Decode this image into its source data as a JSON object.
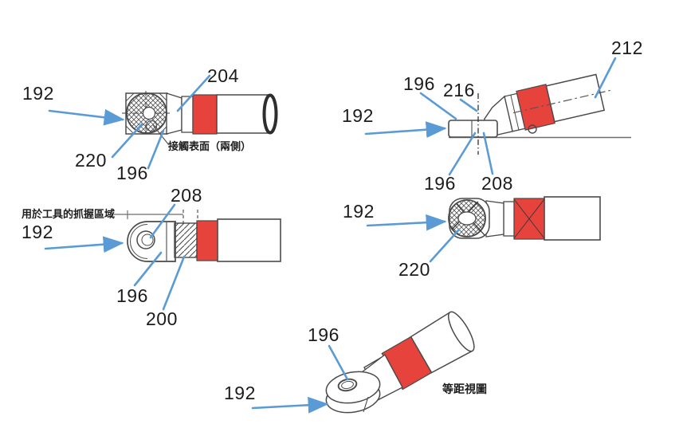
{
  "figure": {
    "background": "#ffffff",
    "accent_red": "#e6433c",
    "leader_blue": "#5b9bd5",
    "outline_gray": "#4a4a4a",
    "thin_gray": "#6b6b6b",
    "text_color": "#1c1c1c"
  },
  "views": {
    "rear_axial": {
      "labels": {
        "ref_192": "192",
        "ref_204": "204",
        "ref_220": "220",
        "ref_196": "196"
      },
      "caption": "接觸表面（兩側）"
    },
    "side_resting": {
      "labels": {
        "ref_196_top": "196",
        "ref_216": "216",
        "ref_212": "212",
        "ref_192": "192",
        "ref_196_bottom": "196",
        "ref_208": "208"
      }
    },
    "side_flat": {
      "labels": {
        "ref_208": "208",
        "ref_192": "192",
        "ref_196": "196",
        "ref_200": "200"
      },
      "caption": "用於工具的抓握區域"
    },
    "front_axial": {
      "labels": {
        "ref_192": "192",
        "ref_220": "220"
      }
    },
    "isometric": {
      "labels": {
        "ref_196": "196",
        "ref_192": "192"
      },
      "caption": "等距視圖"
    }
  }
}
